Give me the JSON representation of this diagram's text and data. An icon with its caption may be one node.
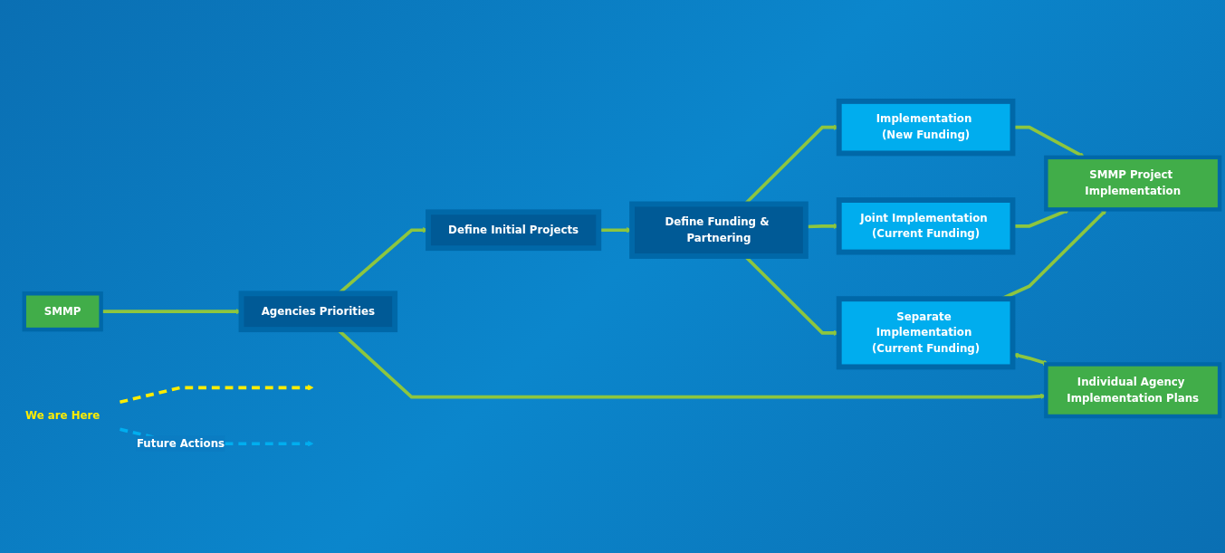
{
  "diagram": {
    "nodes": [
      {
        "text": [
          "We are Here"
        ]
      },
      {
        "text": [
          "SMMP"
        ]
      },
      {
        "text": [
          "Agencies Priorities"
        ]
      },
      {
        "text": [
          "Define Initial Projects"
        ]
      },
      {
        "text": [
          "Define Funding & Partnering"
        ]
      },
      {
        "text": [
          "Implementation (New Funding)"
        ]
      },
      {
        "text": [
          "Joint Implementation (Current Funding)"
        ]
      },
      {
        "text": [
          "Separate Implementation (Current Funding)"
        ]
      },
      {
        "text": [
          "SMMP Project Implementation"
        ]
      },
      {
        "text": [
          "Individual Agency Implementation Plans"
        ]
      }
    ],
    "edges": [
      {
        "from": 0,
        "to": null,
        "arrow": "to",
        "style": "dashed",
        "color": "#ffed00"
      },
      {
        "from": 0,
        "to": null,
        "arrow": "to",
        "style": "dashed",
        "color": "#00aeef",
        "label": "Future Actions"
      },
      {
        "from": 1,
        "to": 2,
        "arrow": "to"
      },
      {
        "from": 2,
        "to": 3,
        "arrow": "to"
      },
      {
        "from": 3,
        "to": 4,
        "arrow": "to"
      },
      {
        "from": 4,
        "to": 5,
        "arrow": "to"
      },
      {
        "from": 4,
        "to": 6,
        "arrow": "to"
      },
      {
        "from": 4,
        "to": 7,
        "arrow": "to"
      },
      {
        "from": 5,
        "to": 8,
        "arrow": "to"
      },
      {
        "from": 6,
        "to": 8,
        "arrow": "to"
      },
      {
        "from": 7,
        "to": 8,
        "arrow": "to"
      },
      {
        "from": 2,
        "to": 9,
        "arrow": "to"
      },
      {
        "from": 7,
        "to": 9,
        "arrow": "both"
      }
    ]
  }
}
